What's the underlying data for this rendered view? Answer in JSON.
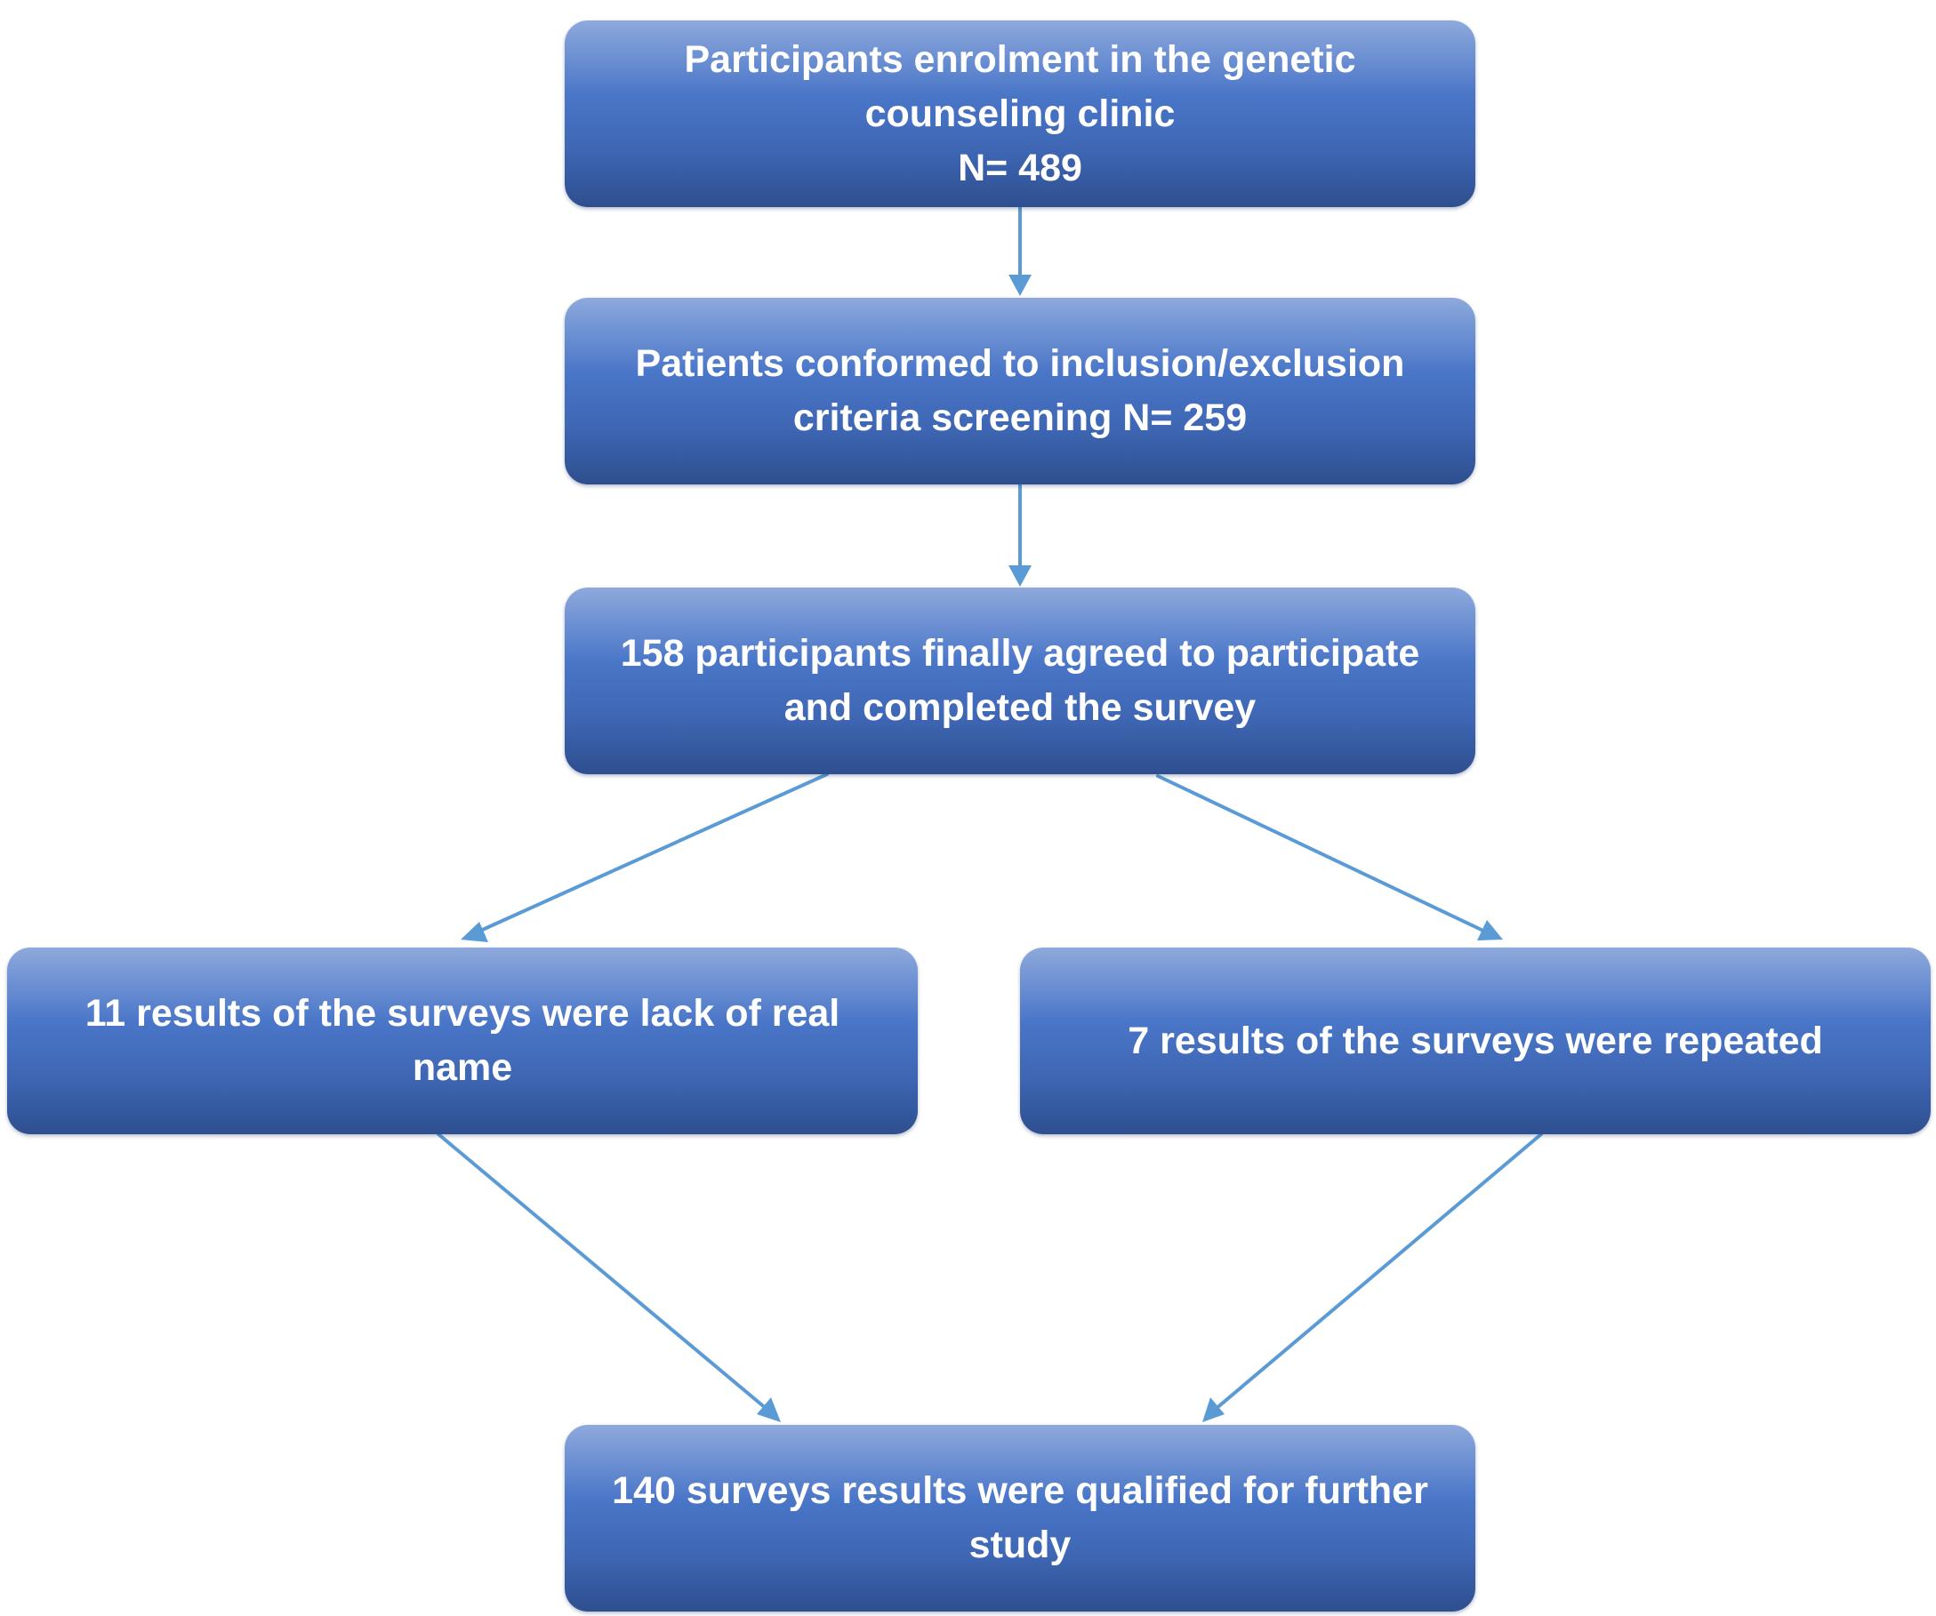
{
  "diagram": {
    "boxes": [
      {
        "id": "enrolment",
        "text": "Participants enrolment in the genetic\ncounseling clinic\nN= 489"
      },
      {
        "id": "screening",
        "text": "Patients conformed to inclusion/exclusion\ncriteria screening N= 259"
      },
      {
        "id": "agreed",
        "text": "158 participants finally agreed to participate\nand completed the survey"
      },
      {
        "id": "no_name",
        "text": "11 results of the surveys were lack of real\nname"
      },
      {
        "id": "repeated",
        "text": "7 results of the surveys were repeated"
      },
      {
        "id": "qualified",
        "text": "140 surveys results were qualified for further\nstudy"
      }
    ],
    "arrow_color": "#5b9bd5",
    "box_color": "#4472c4"
  }
}
